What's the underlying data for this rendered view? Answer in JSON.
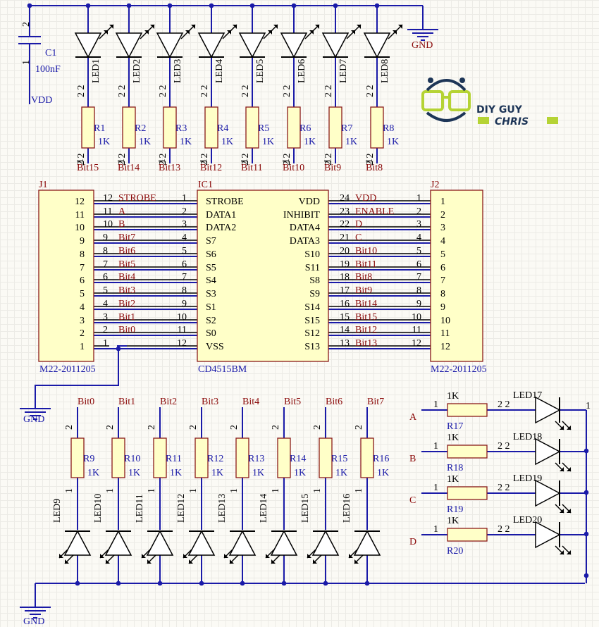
{
  "colors": {
    "wire": "#1a1aa8",
    "body": "#ffffc8",
    "border": "#8a1a1a",
    "net": "#8b0a0a",
    "logo_green": "#b5d334",
    "logo_dark": "#1d3557"
  },
  "capacitor": {
    "ref": "C1",
    "value": "100nF",
    "pin_top": "2",
    "pin_bottom": "1"
  },
  "power": {
    "vdd": "VDD",
    "gnd": "GND"
  },
  "top_leds": {
    "leds": [
      "LED1",
      "LED2",
      "LED3",
      "LED4",
      "LED5",
      "LED6",
      "LED7",
      "LED8"
    ],
    "resistors": [
      "R1",
      "R2",
      "R3",
      "R4",
      "R5",
      "R6",
      "R7",
      "R8"
    ],
    "value": "1K",
    "nets": [
      "Bit15",
      "Bit14",
      "Bit13",
      "Bit12",
      "Bit11",
      "Bit10",
      "Bit9",
      "Bit8"
    ]
  },
  "bottom_leds": {
    "leds": [
      "LED9",
      "LED10",
      "LED11",
      "LED12",
      "LED13",
      "LED14",
      "LED15",
      "LED16"
    ],
    "resistors": [
      "R9",
      "R10",
      "R11",
      "R12",
      "R13",
      "R14",
      "R15",
      "R16"
    ],
    "value": "1K",
    "nets": [
      "Bit0",
      "Bit1",
      "Bit2",
      "Bit3",
      "Bit4",
      "Bit5",
      "Bit6",
      "Bit7"
    ]
  },
  "pin_labels": {
    "one": "1",
    "two": "2",
    "two_two": "2 2",
    "pin2_vertical": "2",
    "pin1_vertical": "1"
  },
  "j1": {
    "ref": "J1",
    "part": "M22-2011205",
    "pins": [
      "12",
      "11",
      "10",
      "9",
      "8",
      "7",
      "6",
      "5",
      "4",
      "3",
      "2",
      "1"
    ]
  },
  "j2": {
    "ref": "J2",
    "part": "M22-2011205",
    "pins": [
      "1",
      "2",
      "3",
      "4",
      "5",
      "6",
      "7",
      "8",
      "9",
      "10",
      "11",
      "12"
    ]
  },
  "ic": {
    "ref": "IC1",
    "part": "CD4515BM",
    "left_pins": [
      {
        "num": "1",
        "name": "STROBE",
        "net": "STROBE",
        "jpin": "12"
      },
      {
        "num": "2",
        "name": "DATA1",
        "net": "A",
        "jpin": "11"
      },
      {
        "num": "3",
        "name": "DATA2",
        "net": "B",
        "jpin": "10"
      },
      {
        "num": "4",
        "name": "S7",
        "net": "Bit7",
        "jpin": "9"
      },
      {
        "num": "5",
        "name": "S6",
        "net": "Bit6",
        "jpin": "8"
      },
      {
        "num": "6",
        "name": "S5",
        "net": "Bit5",
        "jpin": "7"
      },
      {
        "num": "7",
        "name": "S4",
        "net": "Bit4",
        "jpin": "6"
      },
      {
        "num": "8",
        "name": "S3",
        "net": "Bit3",
        "jpin": "5"
      },
      {
        "num": "9",
        "name": "S1",
        "net": "Bit2",
        "jpin": "4"
      },
      {
        "num": "10",
        "name": "S2",
        "net": "Bit1",
        "jpin": "3"
      },
      {
        "num": "11",
        "name": "S0",
        "net": "Bit0",
        "jpin": "2"
      },
      {
        "num": "12",
        "name": "VSS",
        "net": "",
        "jpin": "1"
      }
    ],
    "right_pins": [
      {
        "num": "24",
        "name": "VDD",
        "net": "VDD"
      },
      {
        "num": "23",
        "name": "INHIBIT",
        "net": "ENABLE"
      },
      {
        "num": "22",
        "name": "DATA4",
        "net": "D"
      },
      {
        "num": "21",
        "name": "DATA3",
        "net": "C"
      },
      {
        "num": "20",
        "name": "S10",
        "net": "Bit10"
      },
      {
        "num": "19",
        "name": "S11",
        "net": "Bit11"
      },
      {
        "num": "18",
        "name": "S8",
        "net": "Bit8"
      },
      {
        "num": "17",
        "name": "S9",
        "net": "Bit9"
      },
      {
        "num": "16",
        "name": "S14",
        "net": "Bit14"
      },
      {
        "num": "15",
        "name": "S15",
        "net": "Bit15"
      },
      {
        "num": "14",
        "name": "S12",
        "net": "Bit12"
      },
      {
        "num": "13",
        "name": "S13",
        "net": "Bit13"
      }
    ]
  },
  "abcd": {
    "inputs": [
      "A",
      "B",
      "C",
      "D"
    ],
    "resistors": [
      "R17",
      "R18",
      "R19",
      "R20"
    ],
    "leds": [
      "LED17",
      "LED18",
      "LED19",
      "LED20"
    ],
    "value": "1K"
  },
  "logo": {
    "line1": "DIY GUY",
    "line2": "CHRIS"
  }
}
